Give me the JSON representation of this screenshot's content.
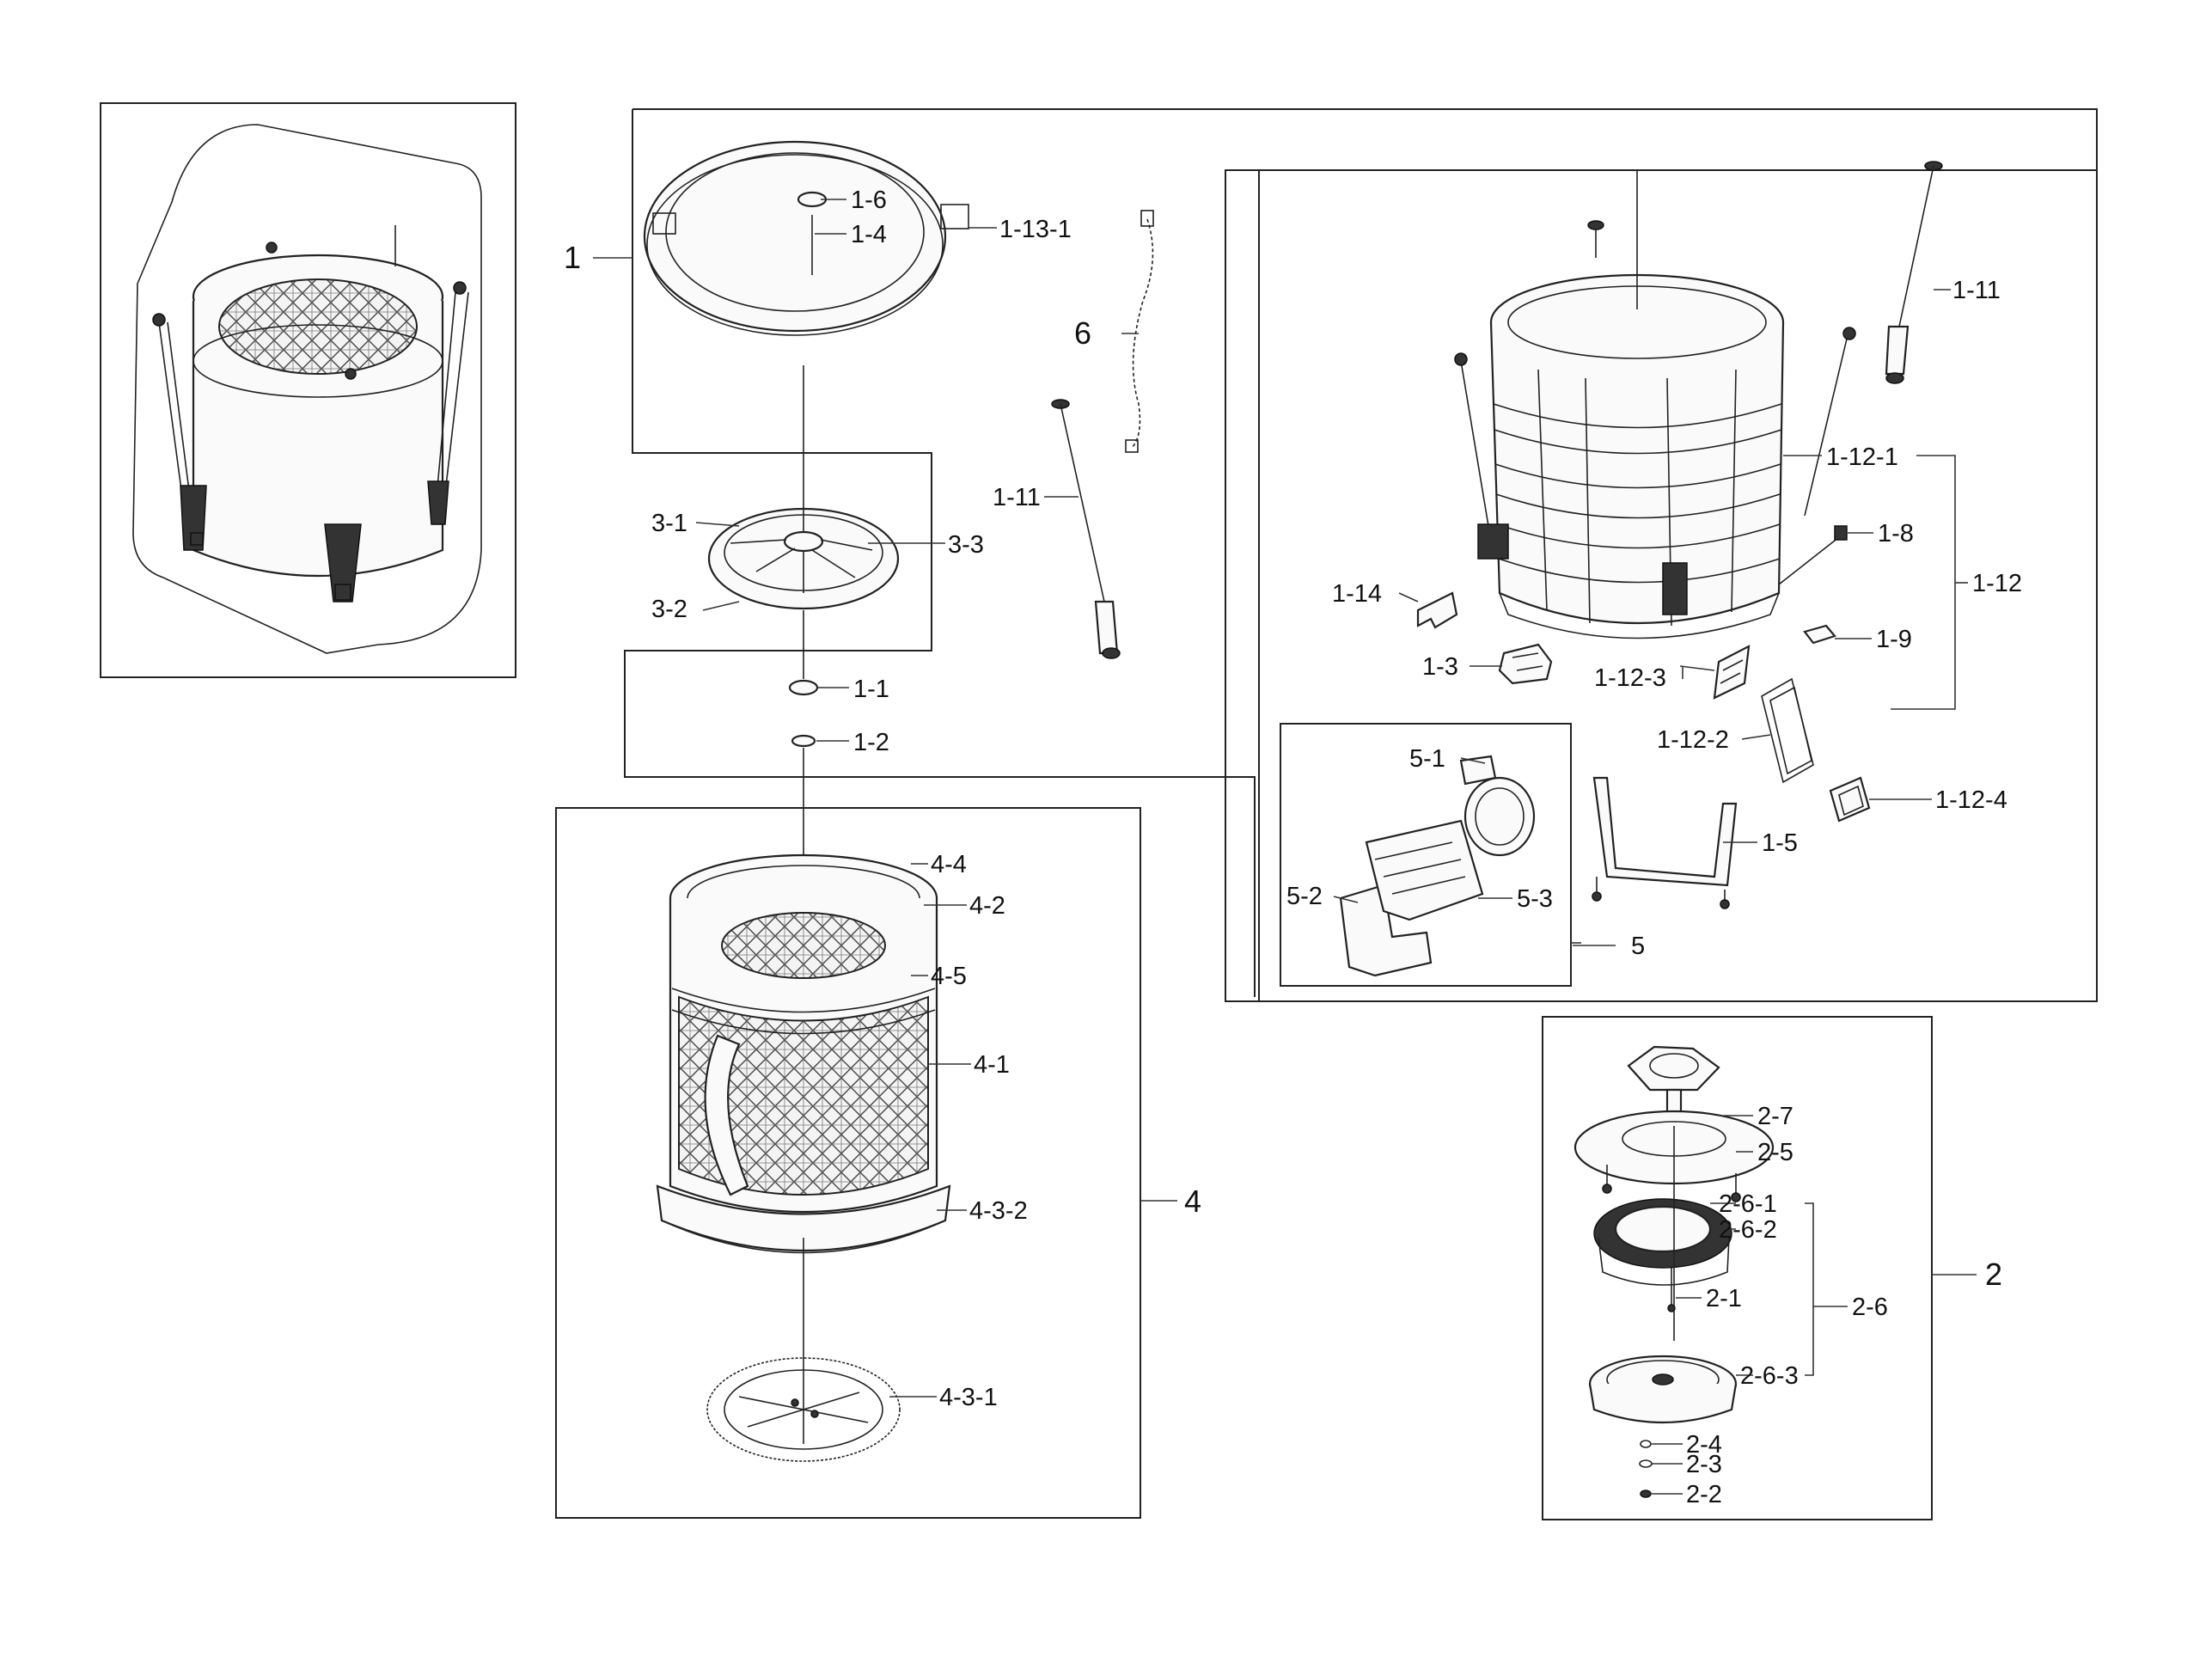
{
  "labels": {
    "g1": "1",
    "g2": "2",
    "g4": "4",
    "g5": "5",
    "g6": "6",
    "p1_1": "1-1",
    "p1_2": "1-2",
    "p1_3": "1-3",
    "p1_4": "1-4",
    "p1_5": "1-5",
    "p1_6": "1-6",
    "p1_8": "1-8",
    "p1_9": "1-9",
    "p1_11a": "1-11",
    "p1_11b": "1-11",
    "p1_12": "1-12",
    "p1_12_1": "1-12-1",
    "p1_12_2": "1-12-2",
    "p1_12_3": "1-12-3",
    "p1_12_4": "1-12-4",
    "p1_13_1": "1-13-1",
    "p1_14": "1-14",
    "p2_1": "2-1",
    "p2_2": "2-2",
    "p2_3": "2-3",
    "p2_4": "2-4",
    "p2_5": "2-5",
    "p2_6": "2-6",
    "p2_6_1": "2-6-1",
    "p2_6_2": "2-6-2",
    "p2_6_3": "2-6-3",
    "p2_7": "2-7",
    "p3_1": "3-1",
    "p3_2": "3-2",
    "p3_3": "3-3",
    "p4_1": "4-1",
    "p4_2": "4-2",
    "p4_3_1": "4-3-1",
    "p4_3_2": "4-3-2",
    "p4_4": "4-4",
    "p4_5": "4-5",
    "p5_1": "5-1",
    "p5_2": "5-2",
    "p5_3": "5-3"
  }
}
